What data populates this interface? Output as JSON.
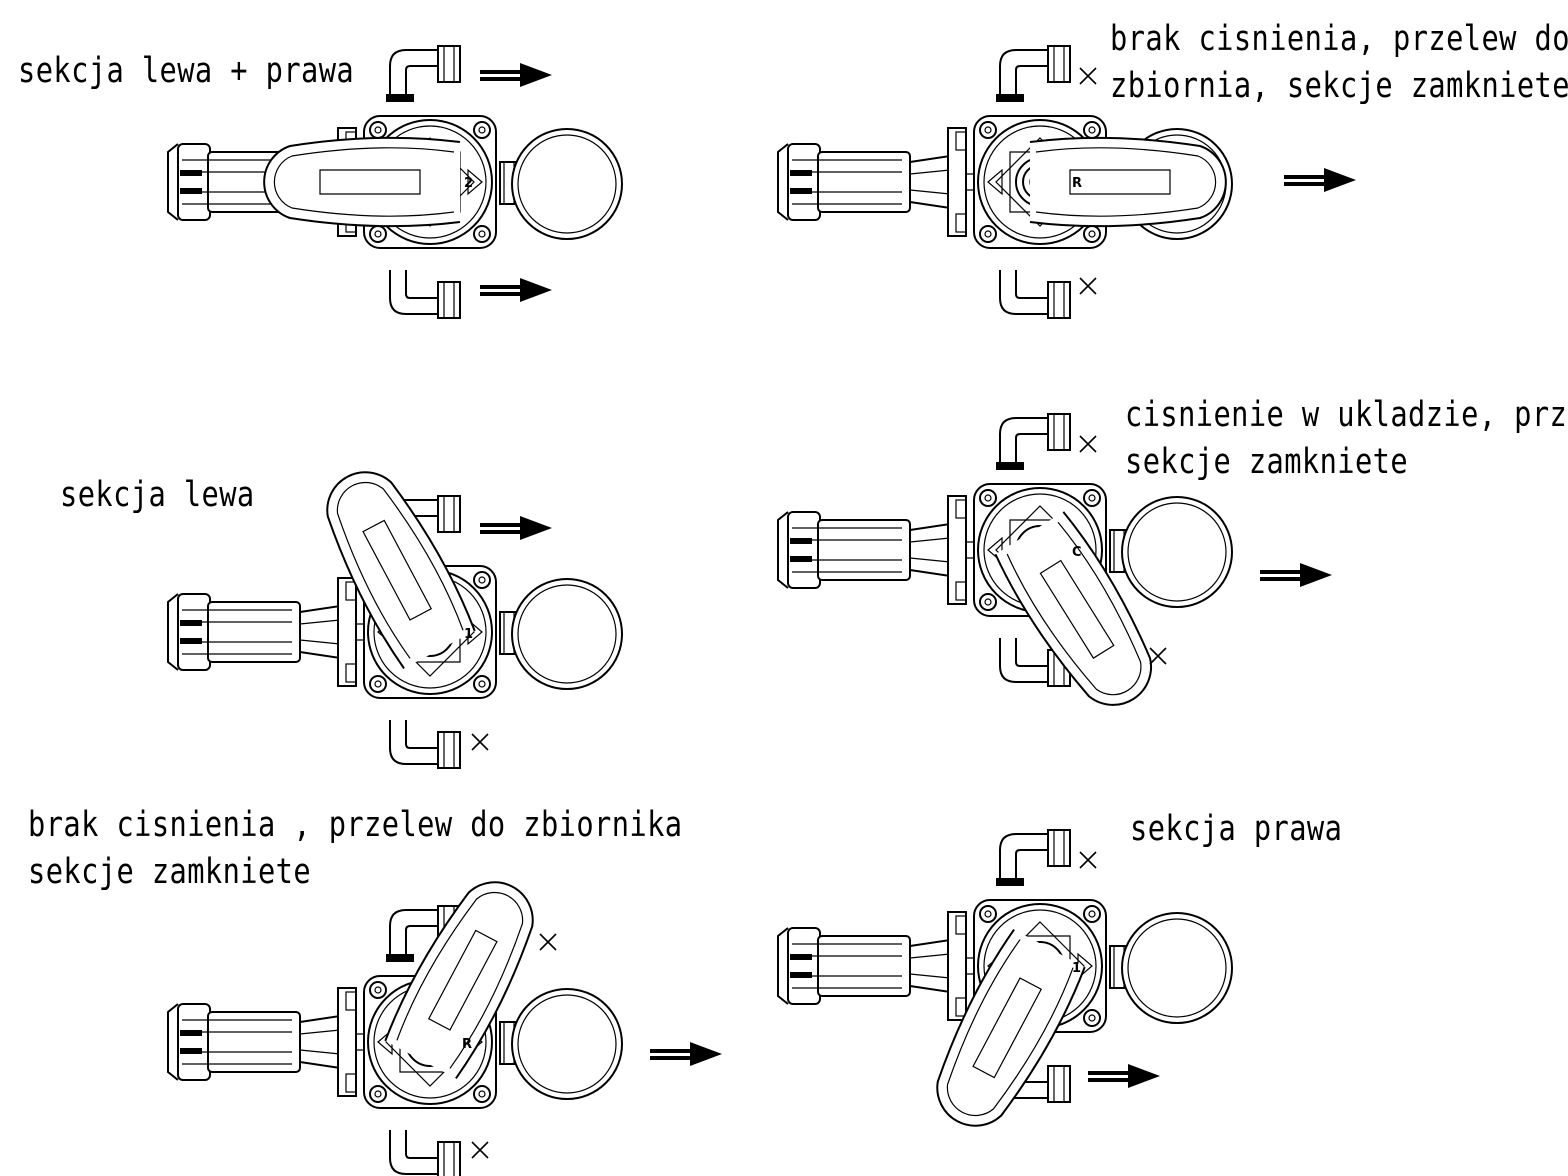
{
  "panels": [
    {
      "id": "left-right",
      "caption": [
        "sekcja lewa + prawa"
      ],
      "position_letter": "2",
      "outlet_top": "flow",
      "outlet_bottom": "flow",
      "outlet_return": "none"
    },
    {
      "id": "no-pressure-overflow-1",
      "caption": [
        "brak cisnienia, przelew do",
        "zbiornia, sekcje zamkniete"
      ],
      "position_letter": "R",
      "outlet_top": "closed",
      "outlet_bottom": "closed",
      "outlet_return": "flow"
    },
    {
      "id": "left",
      "caption": [
        "sekcja lewa"
      ],
      "position_letter": "1",
      "outlet_top": "flow",
      "outlet_bottom": "closed",
      "outlet_return": "none"
    },
    {
      "id": "pressure-overflow",
      "caption": [
        "cisnienie w ukladzie, przelew",
        "sekcje zamkniete"
      ],
      "position_letter": "C",
      "outlet_top": "closed",
      "outlet_bottom": "closed",
      "outlet_return": "flow"
    },
    {
      "id": "no-pressure-overflow-2",
      "caption": [
        "brak cisnienia , przelew do zbiornika",
        "sekcje zamkniete"
      ],
      "position_letter": "R",
      "outlet_top": "closed",
      "outlet_bottom": "closed",
      "outlet_return": "flow"
    },
    {
      "id": "right",
      "caption": [
        "sekcja prawa"
      ],
      "position_letter": "1",
      "outlet_top": "closed",
      "outlet_bottom": "flow",
      "outlet_return": "none"
    }
  ]
}
